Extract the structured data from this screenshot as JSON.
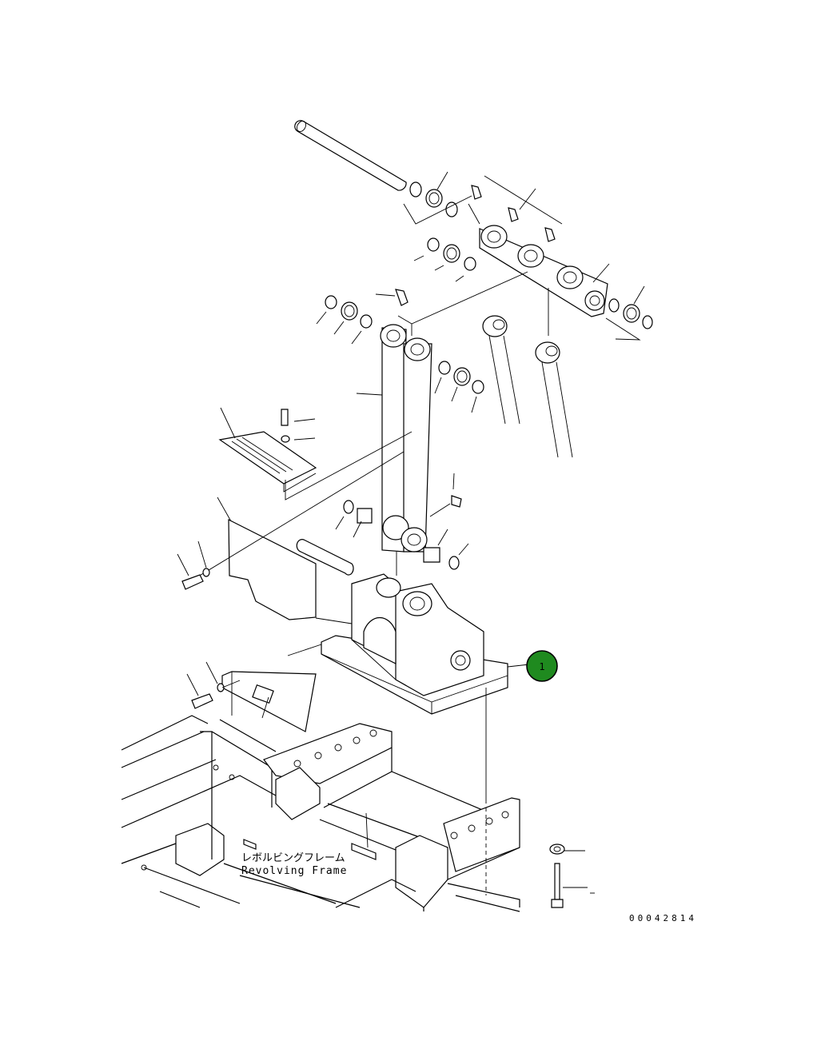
{
  "callout": {
    "number": "1",
    "fill": "#1f8a1f",
    "stroke": "#000000"
  },
  "labels": {
    "frame_jp": "レボルビングフレーム",
    "frame_en": "Revolving Frame",
    "drawing_no": "00042814"
  }
}
